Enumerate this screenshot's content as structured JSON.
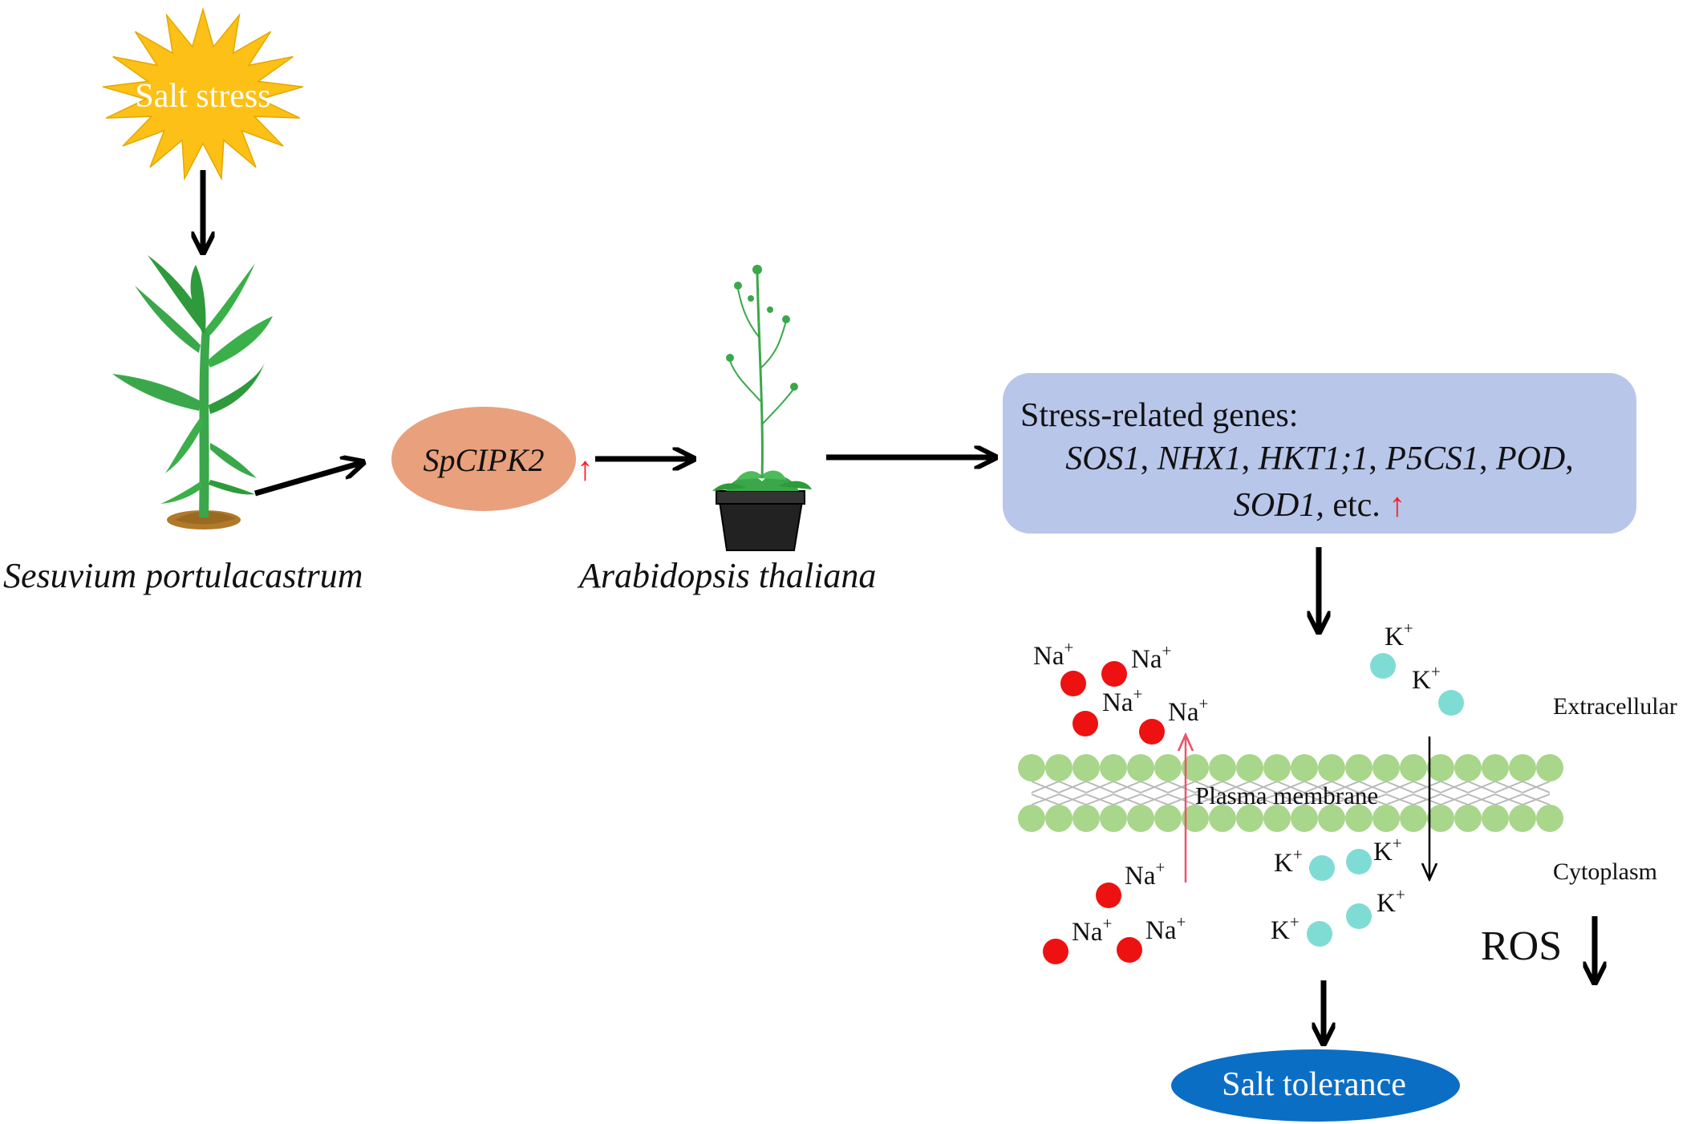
{
  "stimulus": {
    "label": "Salt stress"
  },
  "species": {
    "source": "Sesuvium portulacastrum",
    "host": "Arabidopsis thaliana"
  },
  "gene": {
    "label": "SpCIPK2",
    "up_arrow": "↑"
  },
  "stress_genes": {
    "title": "Stress-related genes:",
    "items": [
      "SOS1",
      "NHX1",
      "HKT1;1",
      "P5CS1",
      "POD",
      "SOD1,"
    ],
    "separator": ", ",
    "suffix": "etc.",
    "up_arrow": "↑"
  },
  "ions": {
    "na_symbol": "Na",
    "k_symbol": "K",
    "charge": "+"
  },
  "compartments": {
    "extracellular": "Extracellular",
    "membrane": "Plasma membrane",
    "cytoplasm": "Cytoplasm"
  },
  "ros": {
    "label": "ROS"
  },
  "outcome": {
    "label": "Salt tolerance"
  },
  "colors": {
    "starburst": "#fcc016",
    "ellipse": "#e9a07c",
    "gene_box": "#b8c6ea",
    "outcome_ellipse": "#0b6ec5",
    "na_ion": "#ee1111",
    "k_ion": "#7fdcd5",
    "membrane_bead": "#a8d68a",
    "red_arrow": "#ee5a6e"
  }
}
